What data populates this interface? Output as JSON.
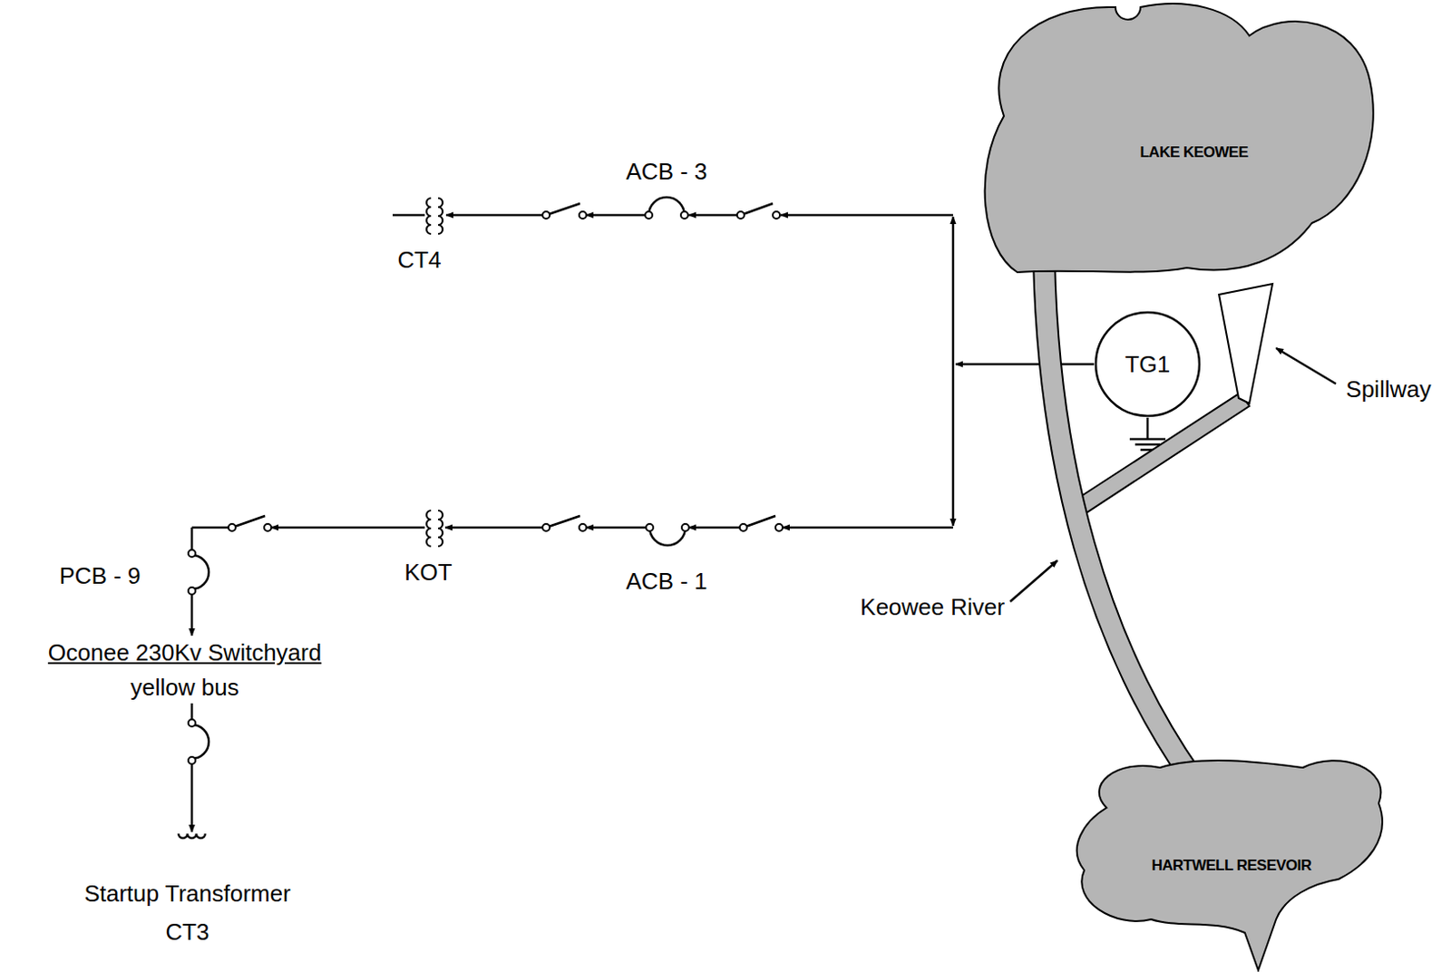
{
  "diagram": {
    "nodes": [
      {
        "text": [
          "LAKE KEOWEE"
        ]
      },
      {
        "text": [
          "TG1"
        ]
      },
      {
        "text": [
          "HARTWELL RESEVOIR"
        ]
      }
    ],
    "edges": [
      {
        "from": 0,
        "to": 2,
        "arrow": "none"
      }
    ],
    "labels": [
      "ACB - 3",
      "CT4",
      "KOT",
      "ACB - 1",
      "PCB - 9",
      "Oconee 230Kv Switchyard",
      "yellow bus",
      "Startup Transformer",
      "CT3",
      "Spillway",
      "Keowee River"
    ]
  }
}
